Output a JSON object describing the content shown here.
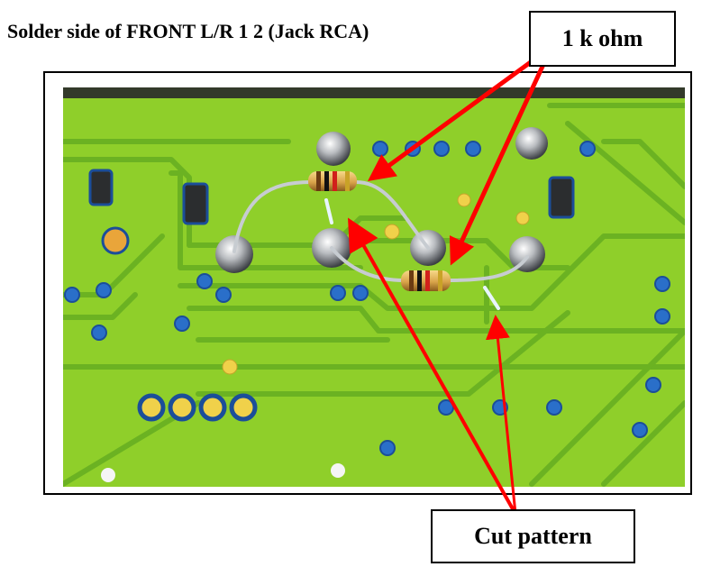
{
  "title": "Solder side of FRONT L/R 1 2 (Jack RCA)",
  "labels": {
    "resistor": "1 k ohm",
    "cut": "Cut pattern"
  },
  "colors": {
    "board": "#8fcf2a",
    "trace": "#6bb222",
    "via": "#2a6fc9",
    "arrow": "#ff0000"
  }
}
